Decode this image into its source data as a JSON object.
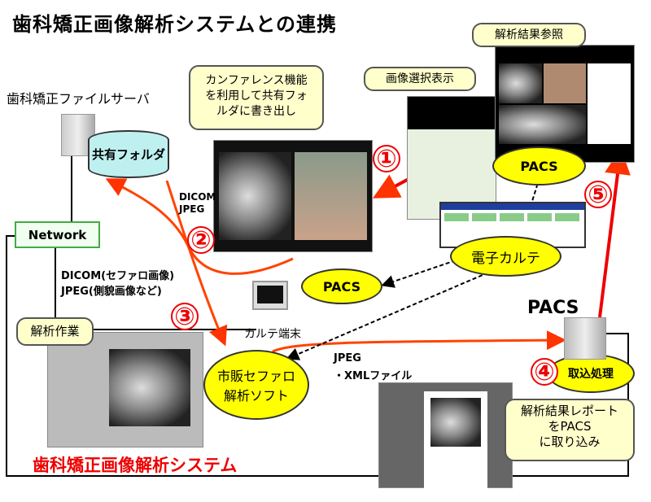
{
  "title": "歯科矯正画像解析システムとの連携",
  "file_server_label": "歯科矯正ファイルサーバ",
  "shared_folder": "共有フォルダ",
  "network": "Network",
  "conference_bubble": [
    "カンファレンス機能",
    "を利用して共有フォ",
    "ルダに書き出し"
  ],
  "dicom_jpeg": [
    "DICOM",
    "JPEG"
  ],
  "transfer_formats": [
    "DICOM(セファロ画像)",
    "JPEG(側貌画像など)"
  ],
  "terminal_label": "カルテ端末",
  "analysis_bubble": "解析作業",
  "system_label": "歯科矯正画像解析システム",
  "ceph_software": [
    "市販セファロ",
    "解析ソフト"
  ],
  "jpeg_xml": [
    "JPEG",
    "・XMLファイル"
  ],
  "report_bubble": [
    "解析結果レポート",
    "をPACS",
    "に取り込み"
  ],
  "import_process": "取込処理",
  "pacs_server_label": "PACS",
  "pacs_ellipse_top": "PACS",
  "pacs_ellipse_left": "PACS",
  "emr": "電子カルテ",
  "image_select_bubble": "画像選択表示",
  "result_ref_bubble": "解析結果参照",
  "steps": [
    "①",
    "②",
    "③",
    "④",
    "⑤"
  ],
  "colors": {
    "accent_red": "#ee0000",
    "arrow_orange": "#ff4400",
    "ellipse": "#ffff00",
    "bubble": "#ffffcc"
  }
}
